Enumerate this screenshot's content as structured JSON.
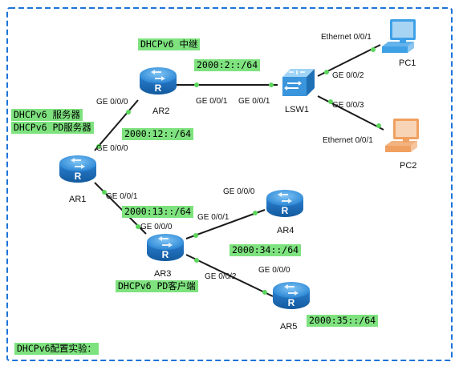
{
  "devices": {
    "ar1": "AR1",
    "ar2": "AR2",
    "ar3": "AR3",
    "ar4": "AR4",
    "ar5": "AR5",
    "lsw1": "LSW1",
    "pc1": "PC1",
    "pc2": "PC2"
  },
  "ports": {
    "ar2_g000": "GE 0/0/0",
    "ar2_g001": "GE 0/0/1",
    "lsw1_g001": "GE 0/0/1",
    "lsw1_g002": "GE 0/0/2",
    "lsw1_g003": "GE 0/0/3",
    "pc1_eth": "Ethernet 0/0/1",
    "pc2_eth": "Ethernet 0/0/1",
    "ar1_g000": "GE 0/0/0",
    "ar1_g001": "GE 0/0/1",
    "ar3_g000": "GE 0/0/0",
    "ar3_g001": "GE 0/0/1",
    "ar3_g002": "GE 0/0/2",
    "ar4_g000": "GE 0/0/0",
    "ar5_g000": "GE 0/0/0"
  },
  "tags": {
    "relay": "DHCPv6 中继",
    "server_line1": "DHCPv6 服务器",
    "server_line2": "DHCPv6 PD服务器",
    "client": "DHCPv6 PD客户端",
    "title": "DHCPv6配置实验："
  },
  "subnets": {
    "ar2_lsw1": "2000:2::/64",
    "ar1_ar2": "2000:12::/64",
    "ar1_ar3": "2000:13::/64",
    "ar3_ar4": "2000:34::/64",
    "ar3_ar5": "2000:35::/64"
  },
  "colors": {
    "frame": "#1e73d8",
    "tag_bg": "#7ee27e",
    "router": "#2f8fd8",
    "pc1": "#3fa0e6",
    "pc2": "#f0a060"
  },
  "icons": [
    "router-icon",
    "switch-icon",
    "pc-icon"
  ]
}
